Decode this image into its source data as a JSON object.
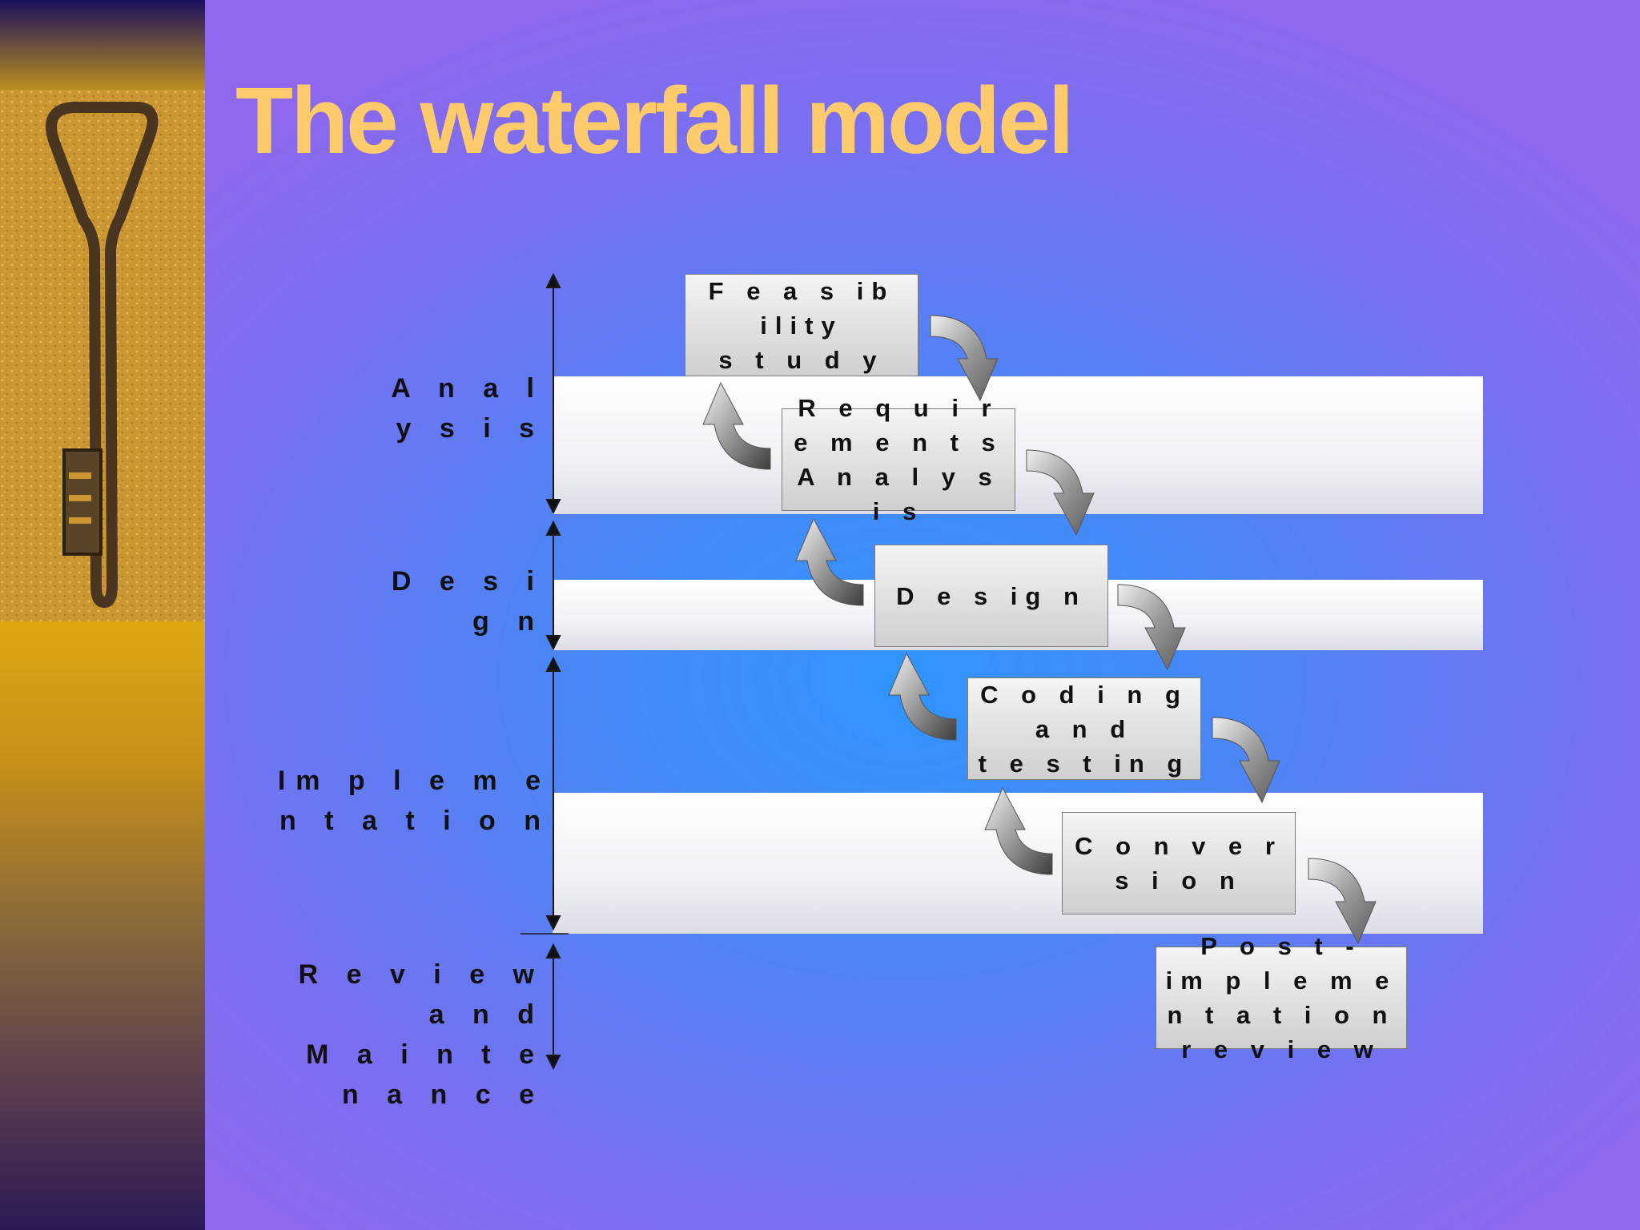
{
  "title": "The waterfall model",
  "phases": [
    {
      "label": "A n a l y s i s"
    },
    {
      "label": "D e s i g n"
    },
    {
      "label": "Im p l e m e n t a t i o n"
    },
    {
      "label": "R e v i e w   a n d\nM a i n t e n a n c e"
    }
  ],
  "steps": [
    {
      "label": "F e a s ib ility\ns t u d y"
    },
    {
      "label": "R e q u i r e m e n t s\nA n a l y s i s"
    },
    {
      "label": "D e s ig n"
    },
    {
      "label": "C o d i n g   a n d\nt e s t in g"
    },
    {
      "label": "C o n v e r s i o n"
    },
    {
      "label": "P o s t -\nim p l e m e n t a t i o n\nr e v i e w"
    }
  ],
  "colors": {
    "title": "#fdcb6c",
    "band": "#f4f4f8",
    "box": "#dcdcdc",
    "arrow": "#8a8a8a"
  },
  "icons": {
    "sidebar_image": "rusty-key-icon"
  }
}
